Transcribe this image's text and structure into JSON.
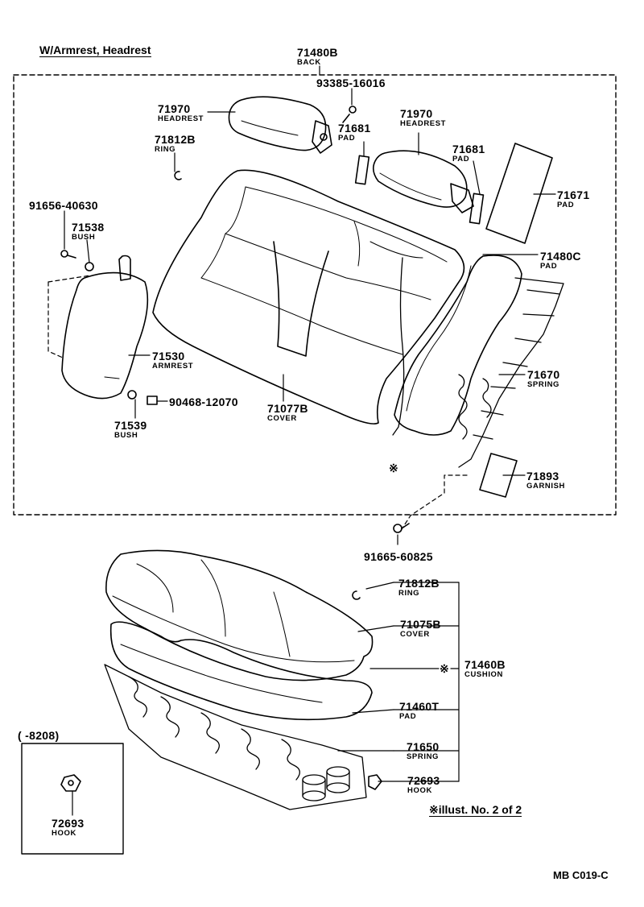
{
  "header": {
    "title": "W/Armrest, Headrest"
  },
  "parts": {
    "back": {
      "number": "71480B",
      "name": "BACK"
    },
    "bolt_top": {
      "number": "93385-16016"
    },
    "headrest_left": {
      "number": "71970",
      "name": "HEADREST"
    },
    "headrest_right": {
      "number": "71970",
      "name": "HEADREST"
    },
    "pad_left": {
      "number": "71681",
      "name": "PAD"
    },
    "pad_right": {
      "number": "71681",
      "name": "PAD"
    },
    "ring_back": {
      "number": "71812B",
      "name": "RING"
    },
    "pad_71671": {
      "number": "71671",
      "name": "PAD"
    },
    "screw_91656": {
      "number": "91656-40630"
    },
    "bush_71538": {
      "number": "71538",
      "name": "BUSH"
    },
    "pad_71480c": {
      "number": "71480C",
      "name": "PAD"
    },
    "armrest": {
      "number": "71530",
      "name": "ARMREST"
    },
    "spring_back": {
      "number": "71670",
      "name": "SPRING"
    },
    "pin_90468": {
      "number": "90468-12070"
    },
    "cover_back": {
      "number": "71077B",
      "name": "COVER"
    },
    "bush_71539": {
      "number": "71539",
      "name": "BUSH"
    },
    "garnish": {
      "number": "71893",
      "name": "GARNISH"
    },
    "bolt_91665": {
      "number": "91665-60825"
    },
    "ring_cushion": {
      "number": "71812B",
      "name": "RING"
    },
    "cover_cushion": {
      "number": "71075B",
      "name": "COVER"
    },
    "cushion": {
      "number": "71460B",
      "name": "CUSHION"
    },
    "pad_cushion": {
      "number": "71460T",
      "name": "PAD"
    },
    "spring_cushion": {
      "number": "71650",
      "name": "SPRING"
    },
    "hook": {
      "number": "72693",
      "name": "HOOK"
    },
    "hook_inset": {
      "number": "72693",
      "name": "HOOK"
    }
  },
  "inset": {
    "range": "(      -8208)"
  },
  "marks": {
    "asterisk": "※"
  },
  "footer": {
    "illust_note": "※illust. No. 2 of 2",
    "code": "MB C019-C"
  }
}
